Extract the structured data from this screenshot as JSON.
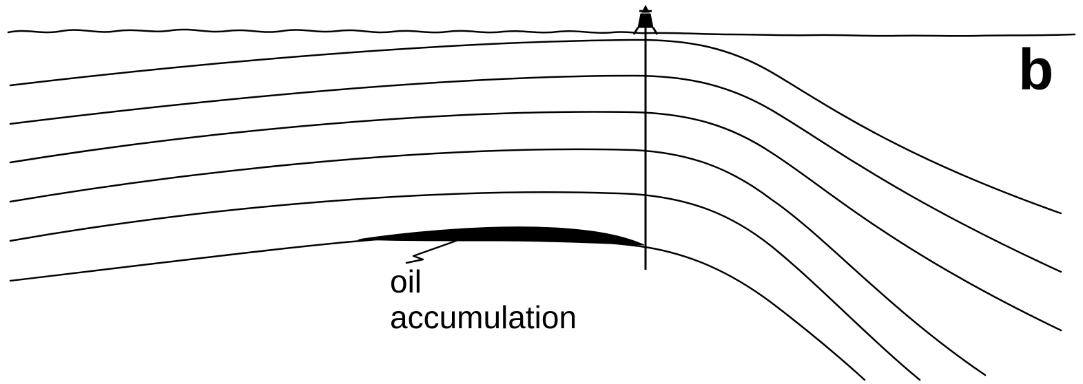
{
  "figure": {
    "panel_label": "b",
    "annotation": {
      "line1": "oil",
      "line2": "accumulation"
    }
  },
  "colors": {
    "ink": "#000000",
    "background": "#ffffff"
  },
  "icons": {
    "derrick": "drilling-rig-icon"
  }
}
